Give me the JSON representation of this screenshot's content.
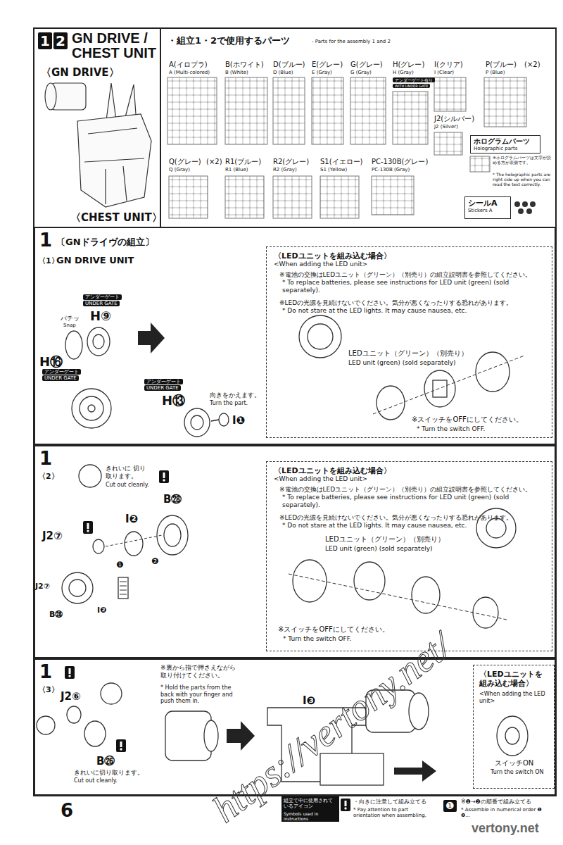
{
  "diagram": {
    "title": "GN DRIVE / CHEST UNIT",
    "nodes": [
      {
        "text": [
          "・組立1・2で使用するパーツ",
          "- Parts for the assembly 1 and 2"
        ]
      },
      {
        "text": [
          "ホログラムパーツ",
          "Holographic parts"
        ],
        "in": 0
      },
      {
        "text": [
          "シールA",
          "Stickers A"
        ],
        "in": 0
      },
      {
        "text": [
          "1",
          "〔GNドライヴの組立〕",
          "〈1〉",
          "GN DRIVE UNIT"
        ]
      },
      {
        "text": [
          "〈LEDユニットを組み込む場合〉",
          "<When adding the LED unit>",
          "※電池の交換はLEDユニット（グリーン）（別売り）の組立説明書を参照してください。",
          "* To replace batteries, please see instructions for LED unit (green) (sold separately).",
          "※LEDの光源を見続けないでください。気分が悪くなったりする恐れがあります。",
          "* Do not stare at the LED lights. It may cause nausea, etc."
        ],
        "in": 3
      },
      {
        "text": [
          "1",
          "〈2〉"
        ]
      },
      {
        "text": [
          "〈LEDユニットを組み込む場合〉",
          "<When adding the LED unit>",
          "※電池の交換はLEDユニット（グリーン）（別売り）の組立説明書を参照してください。",
          "* To replace batteries, please see instructions for LED unit (green) (sold separately).",
          "※LEDの光源を見続けないでください。気分が悪くなったりする恐れがあります。",
          "* Do not stare at the LED lights. It may cause nausea, etc."
        ],
        "in": 5
      },
      {
        "text": [
          "1",
          "〈3〉"
        ]
      },
      {
        "text": [
          "〈LEDユニットを組み込む場合〉",
          "<When adding the LED unit>"
        ],
        "in": 7
      },
      {
        "text": [
          "組立て中に使用されているアイコン",
          "Symbols used in instructions"
        ]
      }
    ],
    "labels": [
      "1",
      "2",
      "〈GN DRIVE〉",
      "〈CHEST UNIT〉",
      "A(イロプラ)",
      "A (Multi-colored)",
      "B(ホワイト)",
      "B (White)",
      "D(ブルー)",
      "D (Blue)",
      "E(グレー)",
      "E (Gray)",
      "G(グレー)",
      "G (Gray)",
      "H(グレー)",
      "H (Gray)",
      "アンダーゲート有り",
      "WITH UNDER GATE",
      "I(クリア)",
      "I (Clear)",
      "P(ブルー)",
      "(×2)",
      "P (Blue)",
      "J2(シルバー)",
      "J2 (Silver)",
      "Q(グレー)",
      "(×2)",
      "Q (Gray)",
      "R1(ブルー)",
      "R1 (Blue)",
      "R2(グレー)",
      "R2 (Gray)",
      "S1(イエロー)",
      "S1 (Yellow)",
      "PC-130B(グレー)",
      "PC-130B (Gray)",
      "※ホログラムパーツは文字が読める方が表側です。",
      "* The holographic parts are right side up when you can read the text correctly.",
      "アンダーゲート",
      "UNDER GATE",
      "H⑨",
      "パチッ",
      "Snap",
      "H⑯",
      "アンダーゲート",
      "UNDER GATE",
      "アンダーゲート",
      "UNDER GATE",
      "H⑬",
      "I❶",
      "向きをかえます。",
      "Turn the part.",
      "LEDユニット（グリーン）（別売り）",
      "LED unit (green) (sold separately)",
      "※スイッチをOFFにしてください。",
      "* Turn the switch OFF.",
      "きれいに 切り取ります。",
      "Cut out cleanly.",
      "B㉘",
      "I❷",
      "J2⑦",
      "❶",
      "❷",
      "J2⑦",
      "I❷",
      "B㉘",
      "LEDユニット（グリーン）（別売り）",
      "LED unit (green) (sold separately)",
      "※スイッチをOFFにしてください。",
      "* Turn the switch OFF.",
      "J2⑥",
      "B㉖",
      "きれいに切り取ります。",
      "Cut out cleanly.",
      "※裏から指で押さえながら 取り付けてください。",
      "* Hold the parts from the back with your finger and push them in.",
      "I❸",
      "スイッチON",
      "Turn the switch ON",
      "6",
      "・向きに注意して組み立てる",
      "* Pay attention to part orientation when assembling.",
      "❶",
      "※❶→❷の順番で組み立てる",
      "* Assemble in numerical order ❶ ❷...",
      "https://vertony.net/",
      "vertony.net"
    ]
  }
}
